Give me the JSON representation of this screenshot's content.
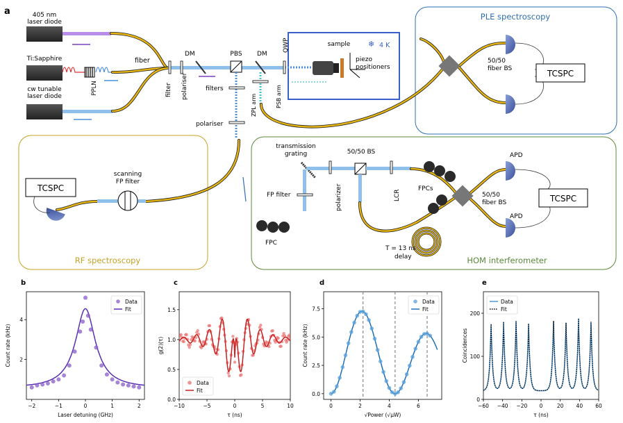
{
  "panel_a": {
    "letter": "a",
    "sources": {
      "laser405": [
        "405 nm",
        "laser diode"
      ],
      "tisapph": "Ti:Sapphire",
      "cwtunable": [
        "cw tunable",
        "laser diode"
      ]
    },
    "labels": {
      "ppln": "PPLN",
      "fiber": "fiber",
      "filter": "filter",
      "polariser": "polariser",
      "dm1": "DM",
      "pbs": "PBS",
      "dm2": "DM",
      "qwp": "QWP",
      "filters": "filters",
      "polariser2": "polariser",
      "zpl_arm": "ZPL arm",
      "psb_arm": "PSB arm",
      "sample": "sample",
      "temperature": "4 K",
      "piezo": [
        "piezo",
        "positioners"
      ],
      "fiber_bs_ple": [
        "50/50",
        "fiber BS"
      ],
      "tcspc_ple": "TCSPC",
      "tcspc_rf": "TCSPC",
      "scanning_fp": [
        "scanning",
        "FP filter"
      ],
      "transmission_grating": [
        "transmission",
        "grating"
      ],
      "fp_filter": "FP filter",
      "polarizer": "polarizer",
      "bs_5050": "50/50 BS",
      "lcr": "LCR",
      "fpcs": "FPCs",
      "fpc": "FPC",
      "apd_top": "APD",
      "apd_bottom": "APD",
      "fiber_bs_hom": [
        "50/50",
        "fiber BS"
      ],
      "tcspc_hom": "TCSPC",
      "delay": [
        "T = 13 ns",
        "delay"
      ]
    },
    "boxes": {
      "ple": "PLE spectroscopy",
      "rf": "RF spectroscopy",
      "hom": "HOM interferometer"
    },
    "colors": {
      "ple_box": "#2f6fb3",
      "rf_box": "#c9a227",
      "hom_box": "#5b8a3a",
      "fiber": "#e8b715",
      "beam": "#4a90d9",
      "violet": "#9b59d0",
      "red": "#e03030"
    }
  },
  "chart_data": [
    {
      "panel": "b",
      "type": "scatter",
      "xlabel": "Laser detuning (GHz)",
      "ylabel": "Count rate (kHz)",
      "xlim": [
        -2.2,
        2.2
      ],
      "ylim": [
        0,
        5.4
      ],
      "xticks": [
        -2,
        -1,
        0,
        1,
        2
      ],
      "yticks": [
        2,
        4
      ],
      "legend": [
        "Data",
        "Fit"
      ],
      "legend_position": "top-right",
      "colors": {
        "data": "#8a5cc8",
        "fit": "#5a2fb0"
      },
      "series": [
        {
          "name": "Data",
          "x": [
            -2.0,
            -1.8,
            -1.6,
            -1.4,
            -1.2,
            -1.0,
            -0.8,
            -0.6,
            -0.4,
            -0.2,
            -0.1,
            0.0,
            0.1,
            0.2,
            0.4,
            0.6,
            0.8,
            1.0,
            1.2,
            1.4,
            1.6,
            1.8,
            2.0
          ],
          "y": [
            0.6,
            0.7,
            0.75,
            0.8,
            0.9,
            1.0,
            1.2,
            1.7,
            2.4,
            3.4,
            3.9,
            5.1,
            4.2,
            3.5,
            2.6,
            1.7,
            1.25,
            1.0,
            0.85,
            0.75,
            0.7,
            0.65,
            0.6
          ]
        },
        {
          "name": "Fit",
          "center": 0.0,
          "amplitude": 4.0,
          "offset": 0.55,
          "width": 0.45
        }
      ]
    },
    {
      "panel": "c",
      "type": "line",
      "xlabel": "τ (ns)",
      "ylabel": "g(2)(τ)",
      "xlim": [
        -10,
        10
      ],
      "ylim": [
        0,
        1.8
      ],
      "xticks": [
        -10,
        -5,
        0,
        5,
        10
      ],
      "yticks": [
        0.0,
        0.5,
        1.0,
        1.5
      ],
      "legend": [
        "Data",
        "Fit"
      ],
      "legend_position": "bottom-left",
      "colors": {
        "data": "#e87070",
        "fit": "#c82020"
      }
    },
    {
      "panel": "d",
      "type": "line",
      "xlabel": "√Power (√μW)",
      "ylabel": "Count rate (kHz)",
      "xlim": [
        -0.5,
        7.6
      ],
      "ylim": [
        -0.5,
        9.0
      ],
      "xticks": [
        0,
        2,
        4,
        6
      ],
      "yticks": [
        0.0,
        2.5,
        5.0,
        7.5
      ],
      "vlines": [
        2.2,
        4.4,
        6.6
      ],
      "legend": [
        "Data",
        "Fit"
      ],
      "legend_position": "top-right",
      "colors": {
        "data": "#5aa0d8",
        "fit": "#1f6fb8"
      }
    },
    {
      "panel": "e",
      "type": "line",
      "xlabel": "τ (ns)",
      "ylabel": "Coincidences",
      "xlim": [
        -60,
        60
      ],
      "ylim": [
        0,
        250
      ],
      "xticks": [
        -60,
        -40,
        -20,
        0,
        20,
        40,
        60
      ],
      "yticks": [
        0,
        100,
        200
      ],
      "peaks_x": [
        -52,
        -39,
        -26,
        -13,
        13,
        26,
        39,
        52
      ],
      "peaks_y": [
        175,
        180,
        182,
        176,
        182,
        178,
        188,
        180
      ],
      "legend": [
        "Data",
        "Fit"
      ],
      "legend_position": "top-left",
      "colors": {
        "data": "#5aa0d8",
        "fit": "#000000"
      }
    }
  ]
}
